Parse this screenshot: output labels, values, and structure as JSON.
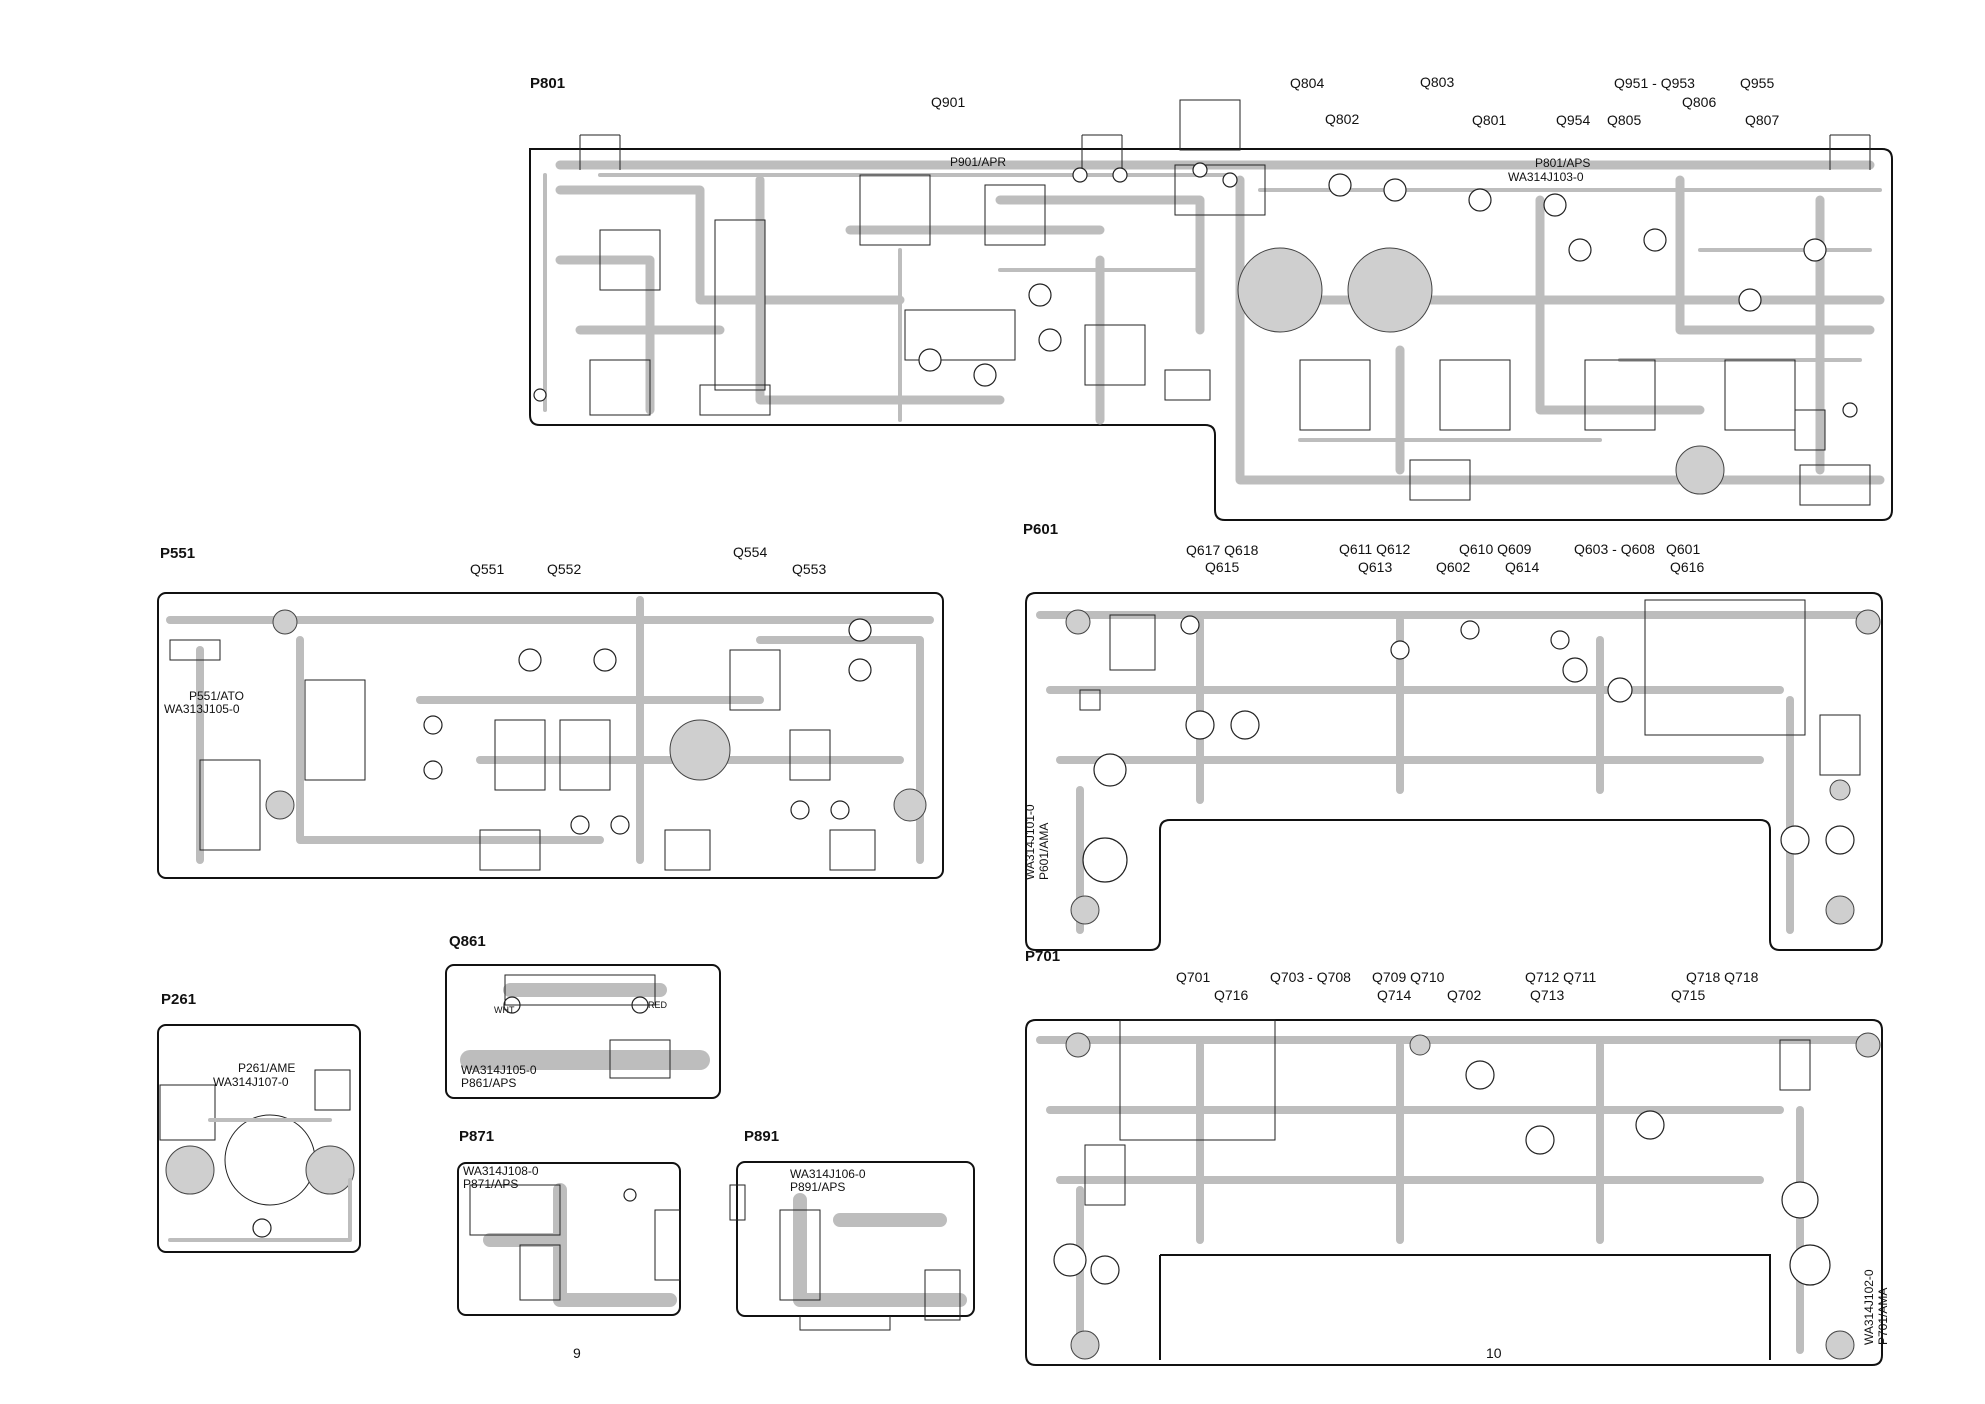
{
  "boards": {
    "p801": {
      "title": "P801",
      "labels": [
        "P901/APR",
        "P801/APS",
        "WA314J103-0"
      ],
      "transistors": [
        {
          "id": "q901",
          "text": "Q901"
        },
        {
          "id": "q804",
          "text": "Q804"
        },
        {
          "id": "q803",
          "text": "Q803"
        },
        {
          "id": "q951",
          "text": "Q951 - Q953"
        },
        {
          "id": "q955",
          "text": "Q955"
        },
        {
          "id": "q806",
          "text": "Q806"
        },
        {
          "id": "q802",
          "text": "Q802"
        },
        {
          "id": "q801",
          "text": "Q801"
        },
        {
          "id": "q954",
          "text": "Q954"
        },
        {
          "id": "q805",
          "text": "Q805"
        },
        {
          "id": "q807",
          "text": "Q807"
        }
      ]
    },
    "p551": {
      "title": "P551",
      "labels": [
        "P551/ATO",
        "WA313J105-0"
      ],
      "transistors": [
        {
          "id": "q551",
          "text": "Q551"
        },
        {
          "id": "q552",
          "text": "Q552"
        },
        {
          "id": "q554",
          "text": "Q554"
        },
        {
          "id": "q553",
          "text": "Q553"
        }
      ]
    },
    "p601": {
      "title": "P601",
      "labels": [
        "WA314J101-0",
        "P601/AMA"
      ],
      "transistors": [
        {
          "id": "q617",
          "text": "Q617 Q618"
        },
        {
          "id": "q615",
          "text": "Q615"
        },
        {
          "id": "q611",
          "text": "Q611 Q612"
        },
        {
          "id": "q613",
          "text": "Q613"
        },
        {
          "id": "q610",
          "text": "Q610 Q609"
        },
        {
          "id": "q602",
          "text": "Q602"
        },
        {
          "id": "q614",
          "text": "Q614"
        },
        {
          "id": "q603",
          "text": "Q603 - Q608"
        },
        {
          "id": "q601",
          "text": "Q601"
        },
        {
          "id": "q616",
          "text": "Q616"
        }
      ]
    },
    "p701": {
      "title": "P701",
      "labels": [
        "WA314J102-0",
        "P701/AMA"
      ],
      "transistors": [
        {
          "id": "q701",
          "text": "Q701"
        },
        {
          "id": "q716",
          "text": "Q716"
        },
        {
          "id": "q703",
          "text": "Q703 - Q708"
        },
        {
          "id": "q709",
          "text": "Q709 Q710"
        },
        {
          "id": "q714",
          "text": "Q714"
        },
        {
          "id": "q702",
          "text": "Q702"
        },
        {
          "id": "q712",
          "text": "Q712 Q711"
        },
        {
          "id": "q713",
          "text": "Q713"
        },
        {
          "id": "q718",
          "text": "Q718 Q718"
        },
        {
          "id": "q715",
          "text": "Q715"
        }
      ]
    },
    "q861": {
      "title": "Q861",
      "labels": [
        "WA314J105-0",
        "P861/APS",
        "WHT",
        "RED"
      ]
    },
    "p261": {
      "title": "P261",
      "labels": [
        "P261/AME",
        "WA314J107-0"
      ]
    },
    "p871": {
      "title": "P871",
      "labels": [
        "WA314J108-0",
        "P871/APS"
      ]
    },
    "p891": {
      "title": "P891",
      "labels": [
        "WA314J106-0",
        "P891/APS"
      ]
    }
  },
  "page_numbers": {
    "left": "9",
    "right": "10"
  }
}
